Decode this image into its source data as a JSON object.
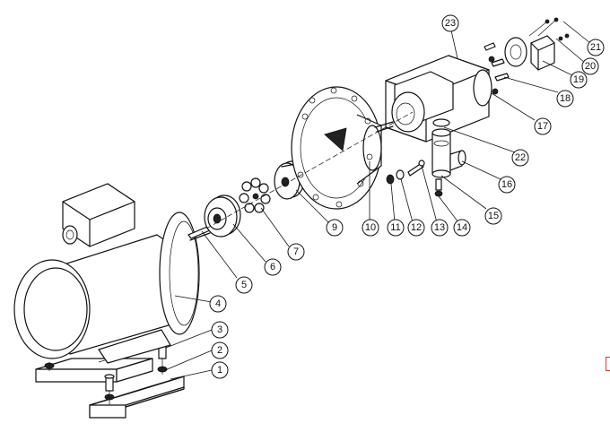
{
  "diagram": {
    "parts": [
      {
        "number": "1"
      },
      {
        "number": "2"
      },
      {
        "number": "3"
      },
      {
        "number": "4"
      },
      {
        "number": "5"
      },
      {
        "number": "6"
      },
      {
        "number": "7"
      },
      {
        "number": "9"
      },
      {
        "number": "10"
      },
      {
        "number": "11"
      },
      {
        "number": "12"
      },
      {
        "number": "13"
      },
      {
        "number": "14"
      },
      {
        "number": "15"
      },
      {
        "number": "16"
      },
      {
        "number": "17"
      },
      {
        "number": "18"
      },
      {
        "number": "19"
      },
      {
        "number": "20"
      },
      {
        "number": "21"
      },
      {
        "number": "22"
      },
      {
        "number": "23"
      }
    ],
    "colors": {
      "line": "#111111",
      "background": "#ffffff",
      "edge_mark": "#dd3333"
    }
  }
}
